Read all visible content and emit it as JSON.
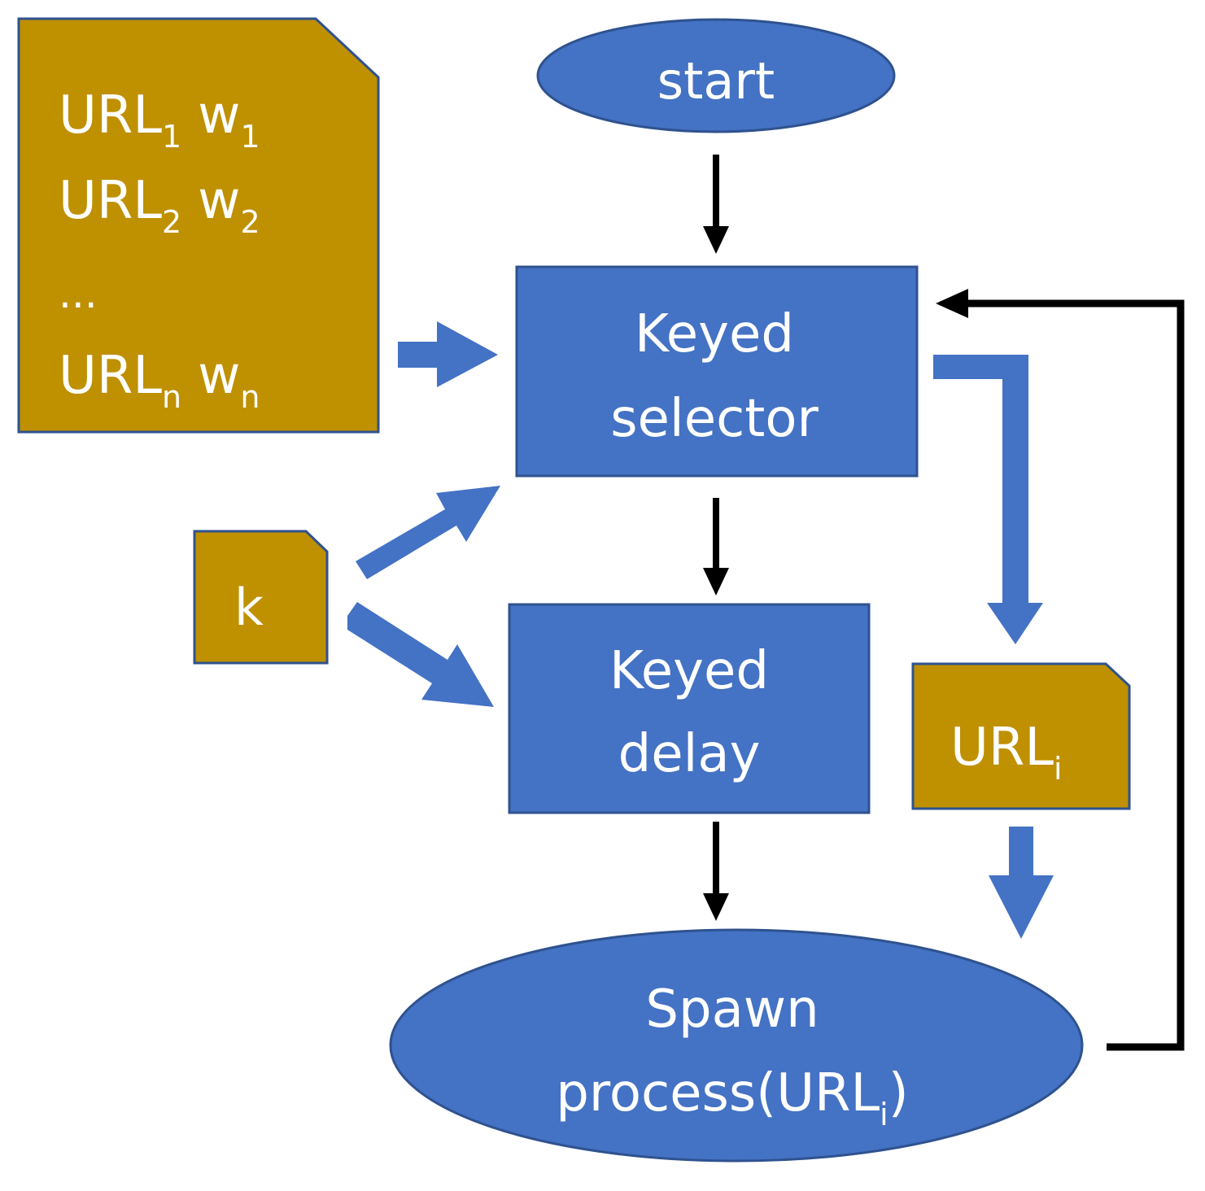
{
  "colors": {
    "process_fill": "#4472C4",
    "process_stroke": "#2F528F",
    "data_fill": "#BF9000",
    "data_stroke": "#2F528F",
    "arrow_black": "#000000",
    "arrow_blue": "#4472C4"
  },
  "nodes": {
    "start": {
      "label": "start"
    },
    "url_list": {
      "rows": [
        {
          "url": "URL",
          "url_sub": "1",
          "w": "w",
          "w_sub": "1"
        },
        {
          "url": "URL",
          "url_sub": "2",
          "w": "w",
          "w_sub": "2"
        },
        {
          "ellipsis": "..."
        },
        {
          "url": "URL",
          "url_sub": "n",
          "w": "w",
          "w_sub": "n"
        }
      ]
    },
    "keyed_selector": {
      "line1": "Keyed",
      "line2": "selector"
    },
    "k_input": {
      "label": "k"
    },
    "keyed_delay": {
      "line1": "Keyed",
      "line2": "delay"
    },
    "url_i": {
      "label": "URL",
      "sub": "i"
    },
    "spawn": {
      "line1": "Spawn",
      "line2_prefix": "process(URL",
      "line2_sub": "i",
      "line2_suffix": ")"
    }
  },
  "edges": [
    {
      "from": "start",
      "to": "keyed_selector",
      "style": "black"
    },
    {
      "from": "url_list",
      "to": "keyed_selector",
      "style": "blue"
    },
    {
      "from": "k_input",
      "to": "keyed_selector",
      "style": "blue"
    },
    {
      "from": "k_input",
      "to": "keyed_delay",
      "style": "blue"
    },
    {
      "from": "keyed_selector",
      "to": "keyed_delay",
      "style": "black"
    },
    {
      "from": "keyed_selector",
      "to": "url_i",
      "style": "blue"
    },
    {
      "from": "keyed_delay",
      "to": "spawn",
      "style": "black"
    },
    {
      "from": "url_i",
      "to": "spawn",
      "style": "blue"
    },
    {
      "from": "spawn",
      "to": "keyed_selector",
      "style": "black"
    }
  ]
}
